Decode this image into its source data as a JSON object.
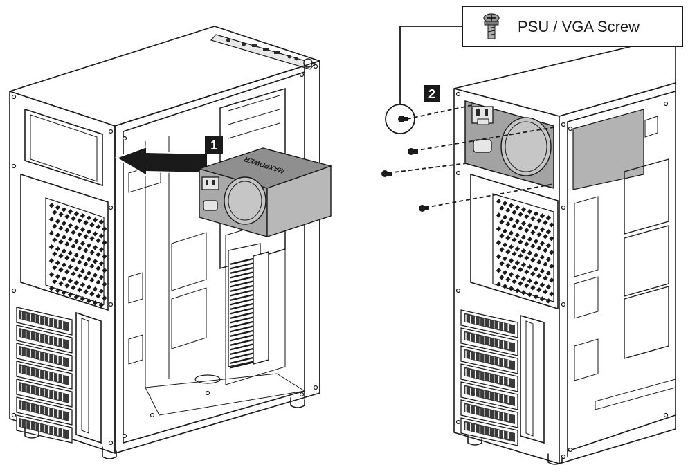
{
  "callout": {
    "label": "PSU / VGA Screw",
    "icon": "screw-icon"
  },
  "steps": [
    {
      "number": "1"
    },
    {
      "number": "2"
    }
  ],
  "psu": {
    "brand_mark": "MAXPOWER"
  }
}
